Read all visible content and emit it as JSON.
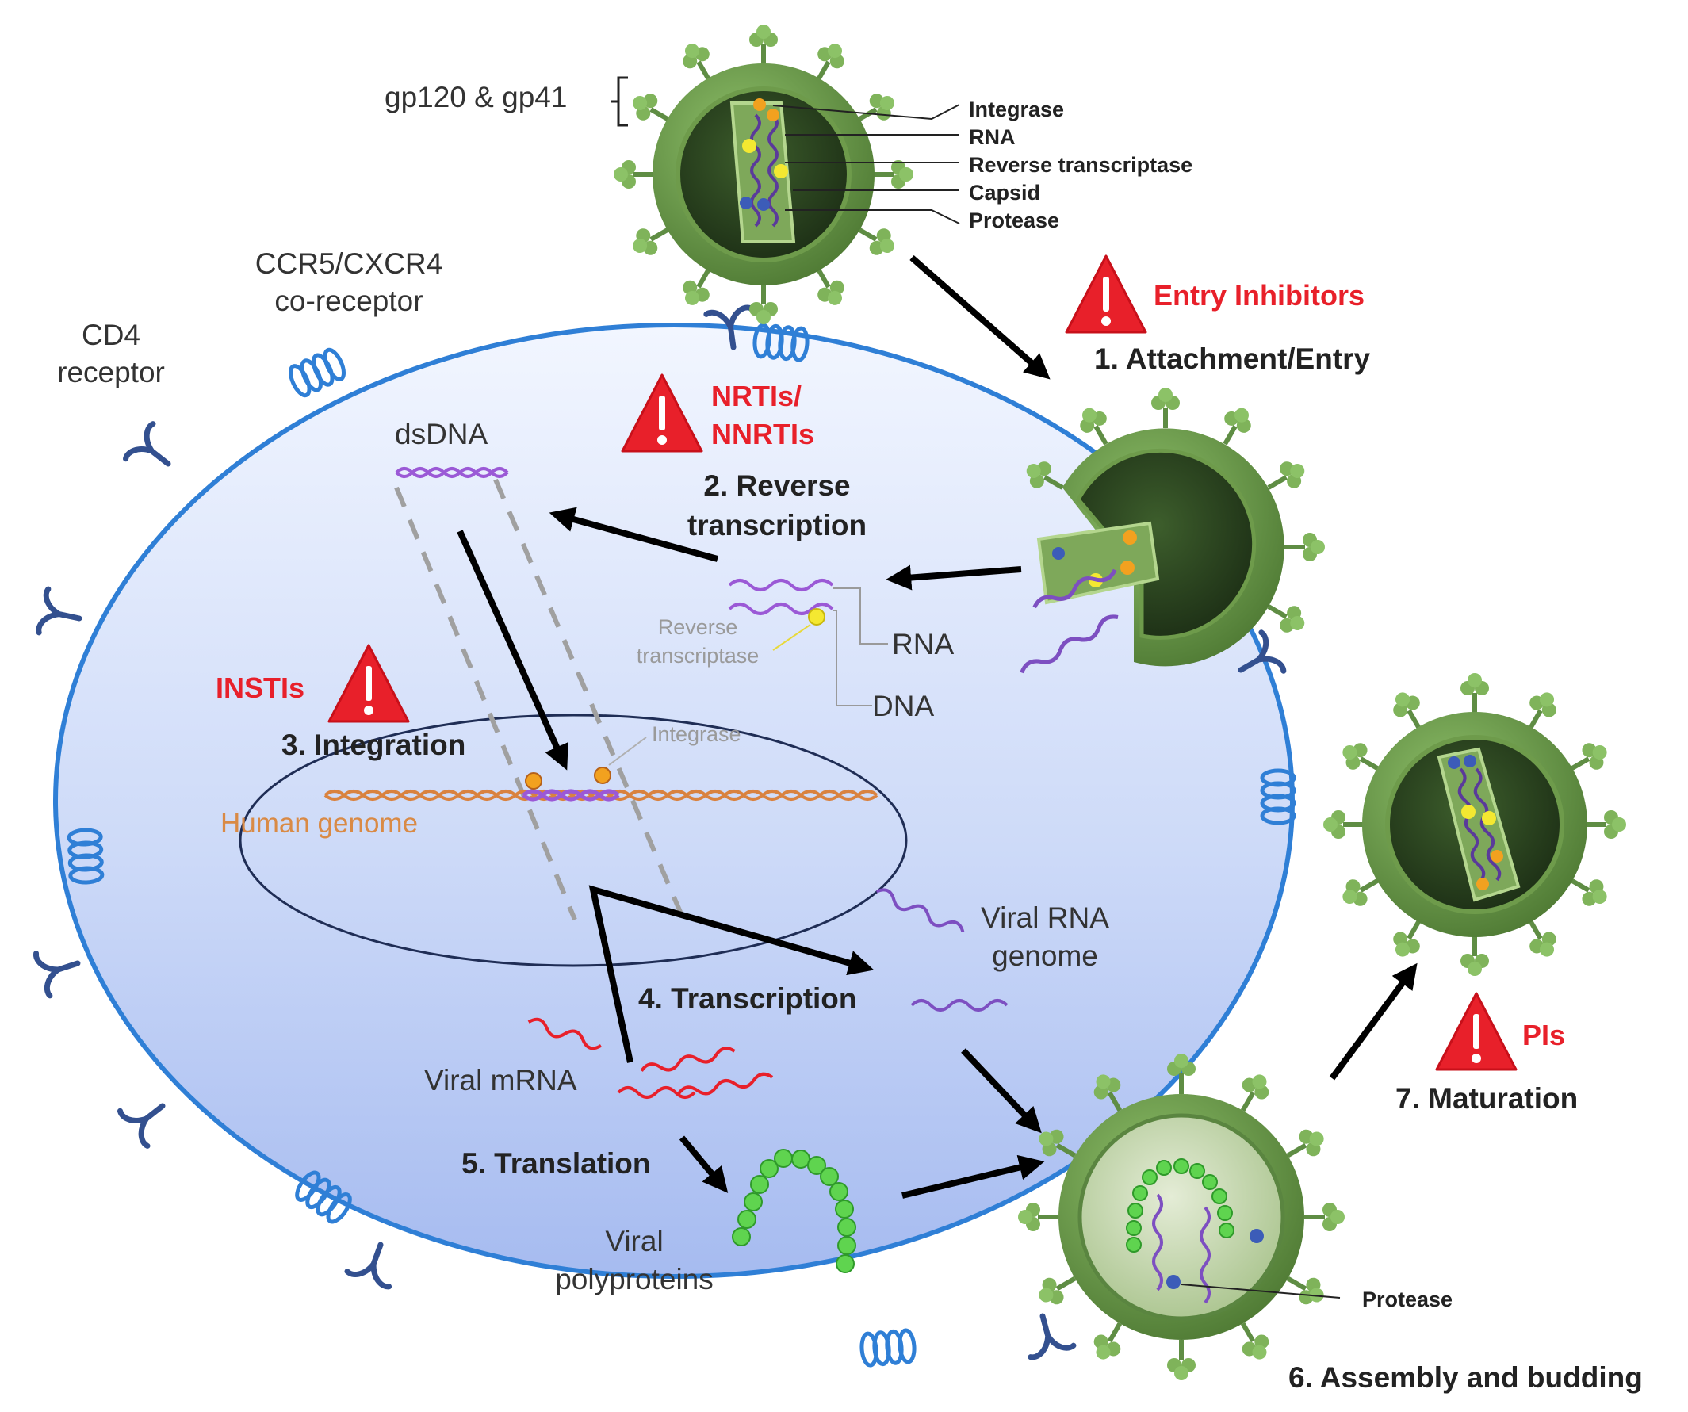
{
  "labels": {
    "gp120_gp41": "gp120 & gp41",
    "integrase": "Integrase",
    "rna": "RNA",
    "reverse_transcriptase": "Reverse transcriptase",
    "capsid": "Capsid",
    "protease": "Protease",
    "ccr5_line1": "CCR5/CXCR4",
    "ccr5_line2": "co-receptor",
    "cd4_line1": "CD4",
    "cd4_line2": "receptor",
    "dsdna": "dsDNA",
    "rt_small_line1": "Reverse",
    "rt_small_line2": "transcriptase",
    "rna_small": "RNA",
    "dna_small": "DNA",
    "integrase_small": "Integrase",
    "human_genome": "Human genome",
    "viral_rna_line1": "Viral RNA",
    "viral_rna_line2": "genome",
    "viral_mrna": "Viral mRNA",
    "viral_poly_line1": "Viral",
    "viral_poly_line2": "polyproteins",
    "protease_bud": "Protease"
  },
  "steps": {
    "s1": "1. Attachment/Entry",
    "s2_line1": "2. Reverse",
    "s2_line2": "transcription",
    "s3": "3. Integration",
    "s4": "4. Transcription",
    "s5": "5. Translation",
    "s6": "6. Assembly and budding",
    "s7": "7. Maturation"
  },
  "drugs": {
    "entry": "Entry Inhibitors",
    "nrti_line1": "NRTIs/",
    "nrti_line2": "NNRTIs",
    "insti": "INSTIs",
    "pi": "PIs"
  },
  "colors": {
    "cell_fill_top": "#eef3ff",
    "cell_fill_bottom": "#a9bdf2",
    "membrane": "#2f7fd6",
    "virus_outer": "#6e9b4b",
    "virus_core": "#2f4a24",
    "receptor": "#33508f",
    "warning": "#e8202a",
    "rna_purple": "#7d4fc1",
    "mrna_red": "#e8202a",
    "genome_orange": "#d9823f",
    "polyprotein": "#5fd44f"
  },
  "icons": [
    "warning-icon",
    "arrow-icon",
    "virus-icon",
    "cd4-receptor-icon",
    "coreceptor-icon"
  ]
}
